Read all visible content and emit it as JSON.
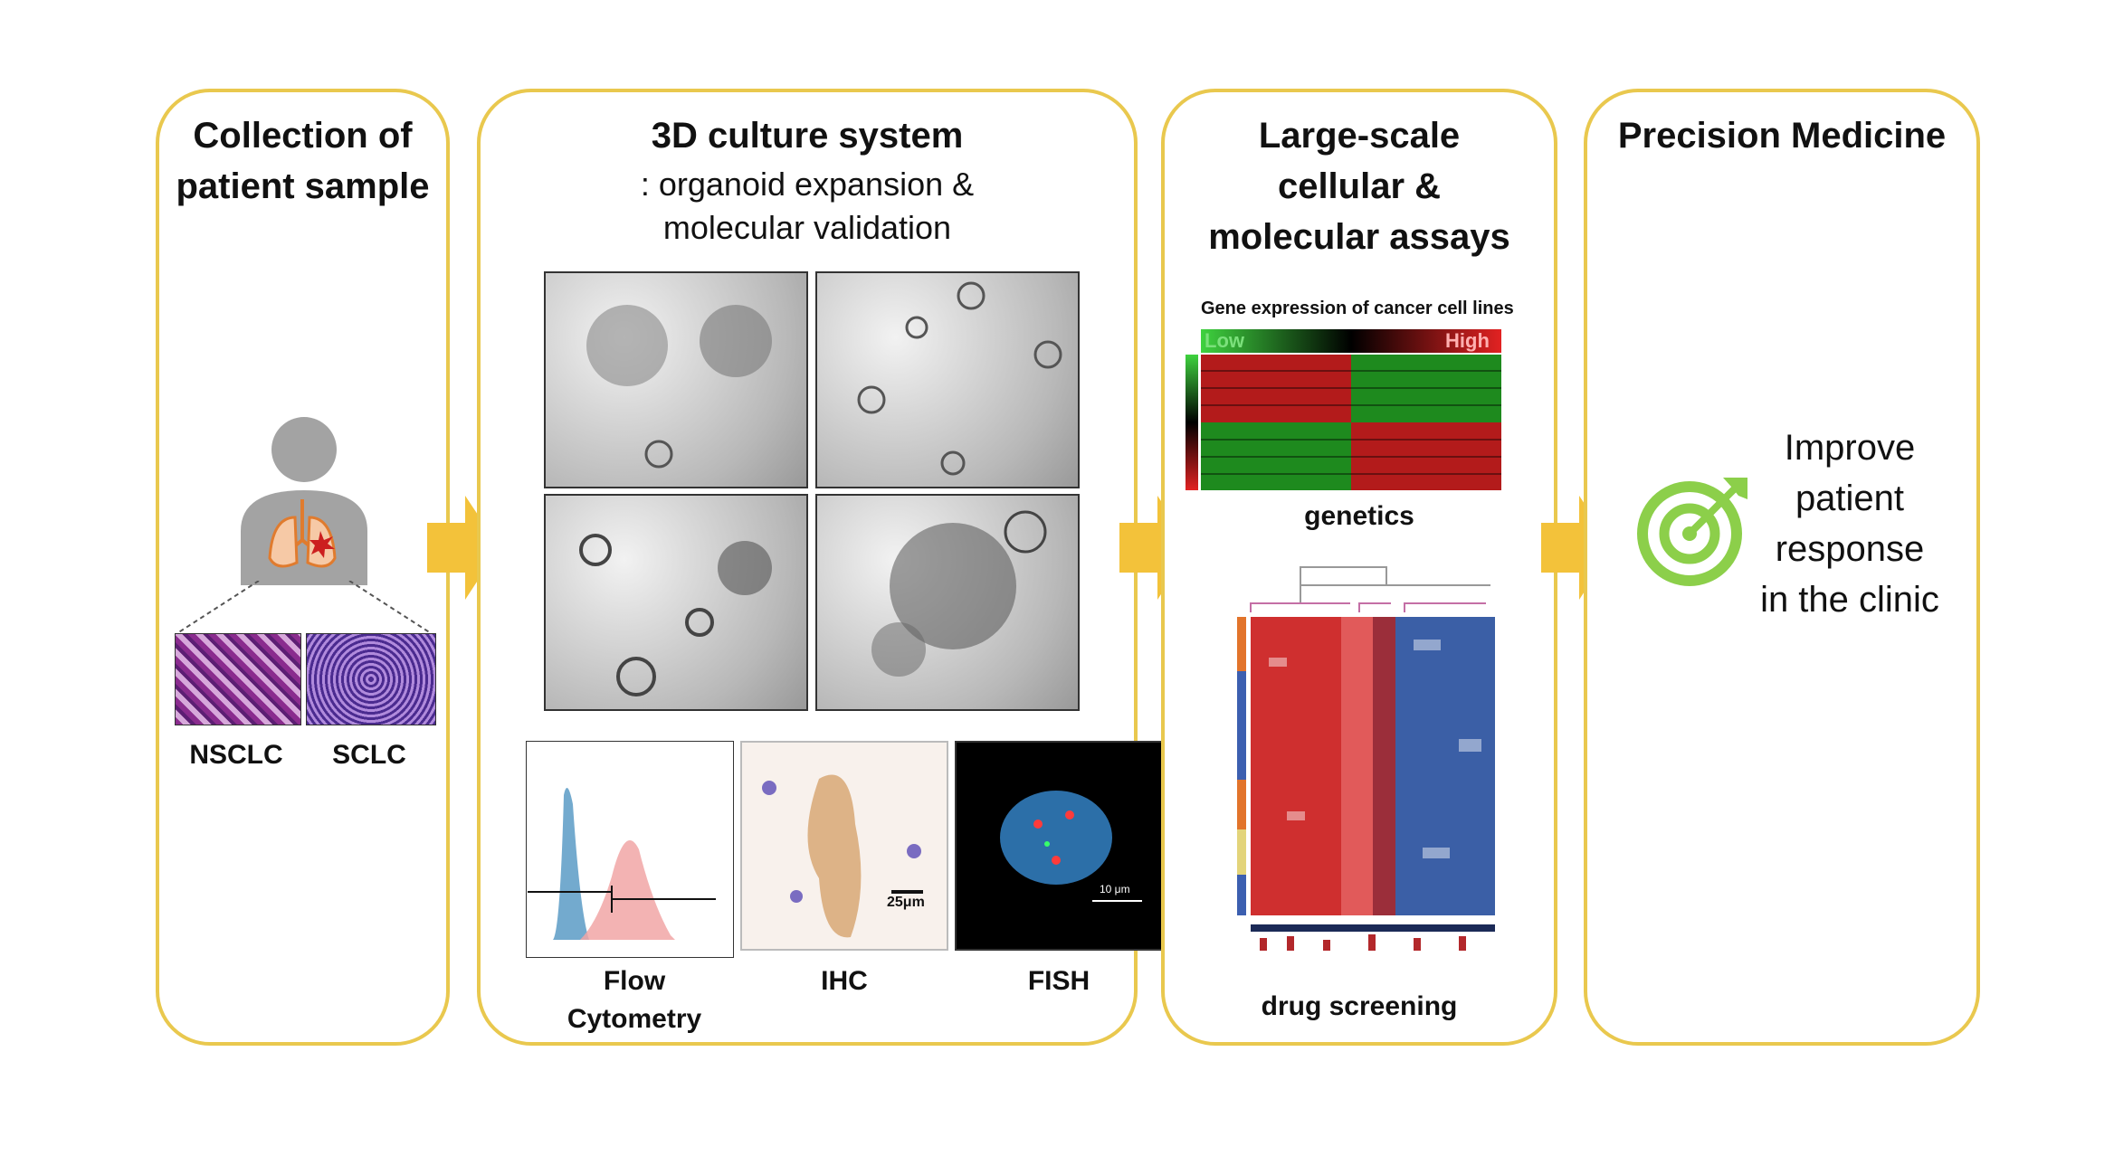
{
  "panels": [
    {
      "title_lines": [
        "Collection of",
        "patient sample"
      ]
    },
    {
      "title": "3D culture system",
      "subtitle_lines": [
        ": organoid expansion &",
        "molecular validation"
      ]
    },
    {
      "title_lines": [
        "Large-scale",
        "cellular &",
        "molecular assays"
      ]
    },
    {
      "title": "Precision Medicine"
    }
  ],
  "sample": {
    "labels": [
      "NSCLC",
      "SCLC"
    ]
  },
  "culture": {
    "assay_labels": [
      "Flow",
      "Cytometry",
      "IHC",
      "FISH"
    ],
    "ihc_scale": "25μm",
    "fish_scale": "10 μm"
  },
  "assays": {
    "heatmap_title": "Gene expression of cancer cell lines",
    "low": "Low",
    "high": "High",
    "genetics_label": "genetics",
    "drug_label": "drug screening"
  },
  "outcome": {
    "lines": [
      "Improve",
      "patient",
      "response",
      "in the clinic"
    ]
  },
  "colors": {
    "accent": "#e9c84e",
    "arrow": "#f3c23a",
    "target": "#8ccf4a"
  }
}
